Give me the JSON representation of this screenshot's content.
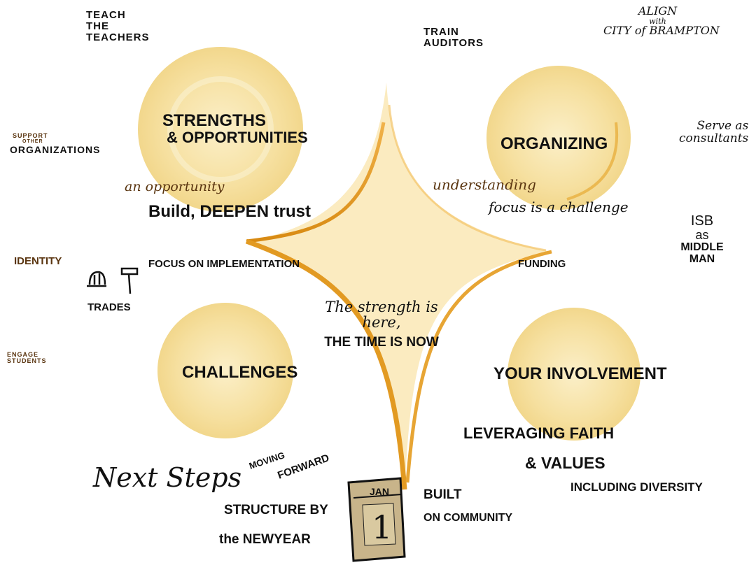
{
  "center": {
    "line1": "The strength is",
    "line2": "here,",
    "line3": "THE TIME IS NOW"
  },
  "circles": {
    "strengths": {
      "line1": "STRENGTHS",
      "line2": "& OPPORTUNITIES"
    },
    "organizing": "ORGANIZING",
    "challenges": "CHALLENGES",
    "involvement": "YOUR INVOLVEMENT"
  },
  "notes": {
    "teach": [
      "TEACH",
      "THE",
      "TEACHERS"
    ],
    "train": [
      "TRAIN",
      "AUDITORS"
    ],
    "align": [
      "ALIGN",
      "with",
      "CITY of BRAMPTON"
    ],
    "support": [
      "SUPPORT",
      "OTHER",
      "ORGANIZATIONS"
    ],
    "serve": [
      "Serve as",
      "consultants"
    ],
    "opportunity": "an opportunity",
    "build_trust": "Build, DEEPEN trust",
    "understanding": "understanding",
    "focus_challenge": "focus is a challenge",
    "isb": [
      "ISB",
      "as",
      "MIDDLE",
      "MAN"
    ],
    "identity": "IDENTITY",
    "focus_impl": "FOCUS ON IMPLEMENTATION",
    "funding": "FUNDING",
    "trades": "TRADES",
    "engage": [
      "ENGAGE",
      "STUDENTS"
    ],
    "leveraging": "LEVERAGING FAITH",
    "values": "& VALUES",
    "diversity": "INCLUDING DIVERSITY",
    "next_steps": "Next Steps",
    "moving": "MOVING",
    "forward": "FORWARD",
    "structure": "STRUCTURE BY",
    "new_year": "the NEWYEAR",
    "built": "BUILT",
    "on_community": "ON COMMUNITY"
  },
  "calendar": {
    "month": "JAN",
    "day": "1"
  },
  "colors": {
    "circle": "#f7e3a8",
    "star_fill": "#fbebc0",
    "star_edge": "#e9a22c",
    "calendar": "#c8b48a"
  }
}
